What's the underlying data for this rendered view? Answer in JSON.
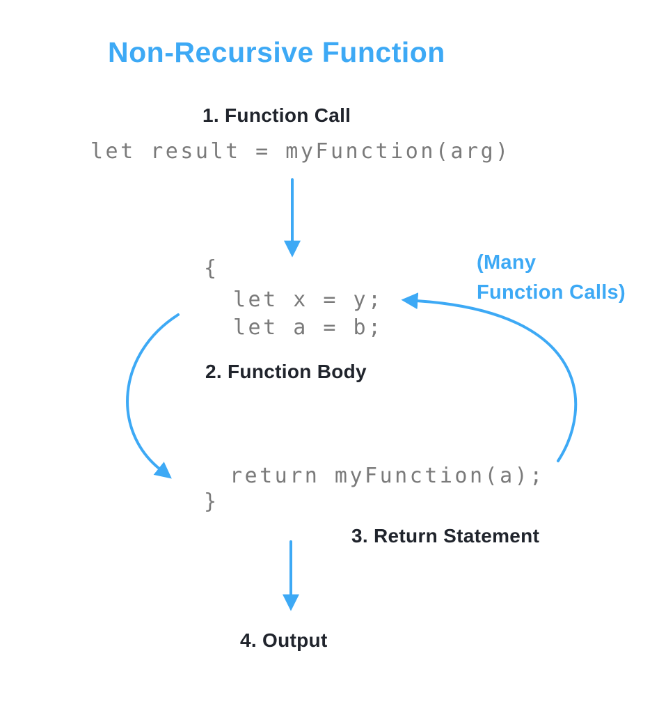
{
  "title": "Non-Recursive Function",
  "steps": {
    "step1": "1. Function Call",
    "step2": "2. Function Body",
    "step3": "3. Return Statement",
    "step4": "4. Output"
  },
  "code": {
    "call_line": "let result = myFunction(arg)",
    "open_brace": "{",
    "body_line1": "let x = y;",
    "body_line2": "let a = b;",
    "return_line": "return myFunction(a);",
    "close_brace": "}"
  },
  "annotations": {
    "many_calls_line1": "(Many",
    "many_calls_line2": "Function Calls)"
  },
  "colors": {
    "accent": "#3DA9F5",
    "text_dark": "#20242C",
    "code_gray": "#7A7A7A",
    "background": "#FFFFFF"
  }
}
